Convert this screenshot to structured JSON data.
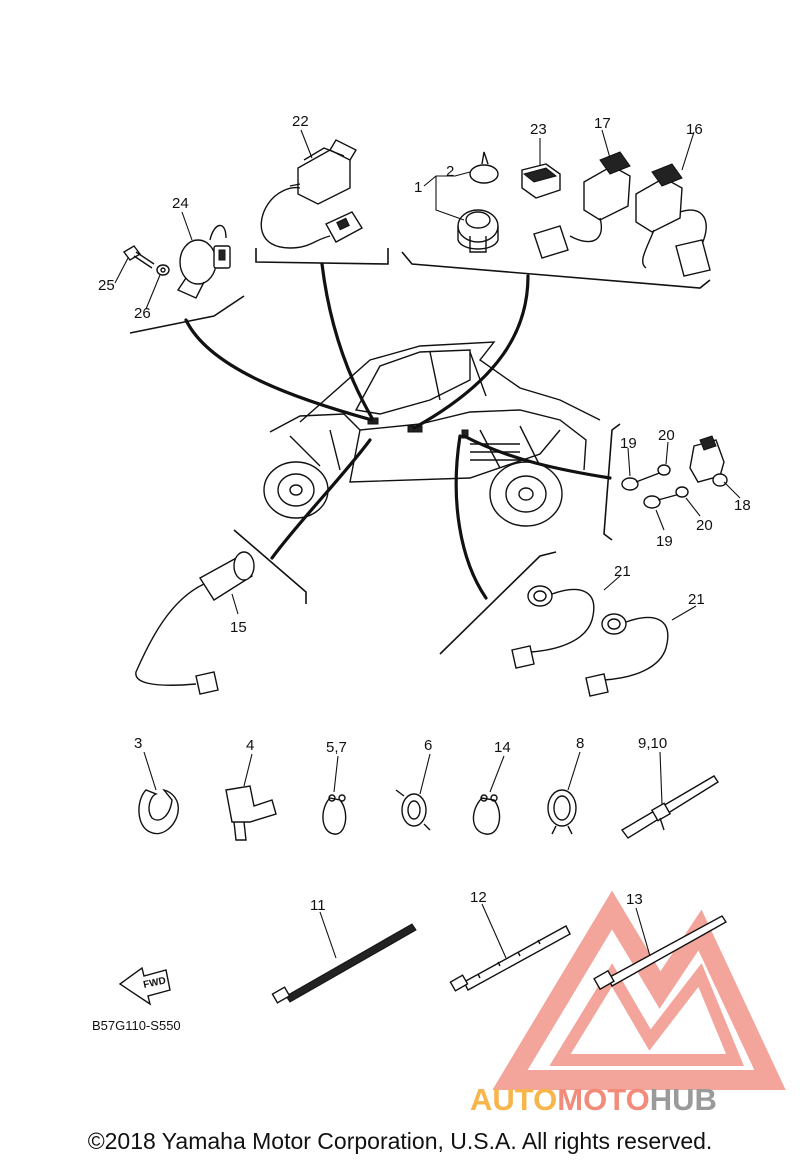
{
  "diagram": {
    "reference_code": "B57G110-S550",
    "fwd_label": "FWD",
    "copyright": "©2018 Yamaha Motor Corporation, U.S.A. All rights reserved.",
    "callouts": {
      "c1": "1",
      "c2": "2",
      "c3": "3",
      "c4": "4",
      "c5_7": "5,7",
      "c6": "6",
      "c8": "8",
      "c9_10": "9,10",
      "c11": "11",
      "c12": "12",
      "c13": "13",
      "c14": "14",
      "c15": "15",
      "c16": "16",
      "c17": "17",
      "c18": "18",
      "c19a": "19",
      "c19b": "19",
      "c20a": "20",
      "c20b": "20",
      "c21a": "21",
      "c21b": "21",
      "c22": "22",
      "c23": "23",
      "c24": "24",
      "c25": "25",
      "c26": "26"
    }
  },
  "watermark": {
    "part1": "AUTO",
    "part2": "MOTO",
    "part3": "HUB",
    "colors": {
      "auto": "#f7b54b",
      "moto": "#f28b7a",
      "hub": "#9a9a9a",
      "triangle": "#f0867a"
    }
  }
}
